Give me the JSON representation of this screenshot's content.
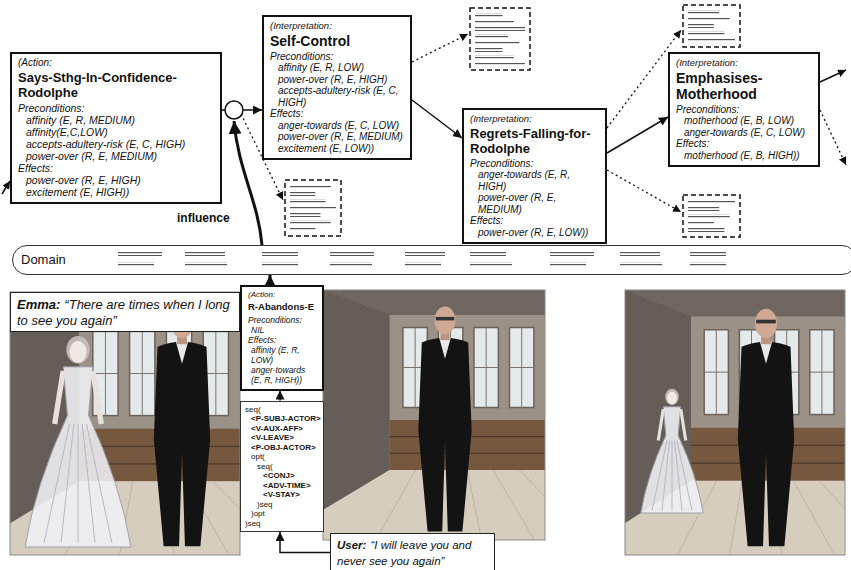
{
  "diagram": {
    "nodes": [
      {
        "text": [
          "(Action:",
          "Says-Sthg-In-Confidence-Rodolphe",
          "Preconditions:",
          "affinity (E, R, MEDIUM)",
          "affinity(E,C,LOW)",
          "accepts-adultery-risk (E, C, HIGH)",
          "power-over (R, E, MEDIUM)",
          "Effects:",
          "power-over (R, E, HIGH)",
          "excitement (E, HIGH))"
        ]
      },
      {
        "text": [
          "(Interpretation:",
          "Self-Control",
          "Preconditions:",
          "affinity (E, R, LOW)",
          "power-over (R, E, HIGH)",
          "accepts-adultery-risk (E, C, HIGH)",
          "Effects:",
          "anger-towards (E, C, LOW)",
          "power-over (R, E, MEDIUM)",
          "excitement (E, LOW))"
        ]
      },
      {
        "text": [
          "(Interpretation:",
          "Regrets-Falling-for-Rodolphe",
          "Preconditions:",
          "anger-towards (E, R, HIGH)",
          "power-over (R, E, MEDIUM)",
          "Effects:",
          "power-over (R, E, LOW))"
        ]
      },
      {
        "text": [
          "(Interpretation:",
          "Emphasises-Motherhood",
          "Preconditions:",
          "motherhood (E, B, LOW)",
          "anger-towards (E, C, LOW)",
          "Effects:",
          "motherhood (E, B, HIGH))"
        ]
      },
      {
        "text": [
          "Domain"
        ]
      },
      {
        "text": [
          "Emma:",
          "“There are times when I long to see you again”"
        ]
      },
      {
        "text": [
          "(Action:",
          "R-Abandons-E",
          "Preconditions:",
          "NIL",
          "Effects:",
          "affinity (E, R, LOW)",
          "anger-towards (E, R, HIGH))"
        ]
      },
      {
        "text": [
          "seq(",
          "<P-SUBJ-ACTOR>",
          "<V-AUX-AFF>",
          "<V-LEAVE>",
          "<P-OBJ-ACTOR>",
          "opt(",
          "seq(",
          "<CONJ>",
          "<ADV-TIME>",
          "<V-STAY>",
          ")seq",
          ")opt",
          ")seq"
        ]
      },
      {
        "text": [
          "User:",
          "“I will leave you and never see you again”"
        ]
      }
    ],
    "edges": [
      {
        "from": 0,
        "to": 1,
        "arrow": "to"
      },
      {
        "from": 1,
        "to": 2,
        "arrow": "to"
      },
      {
        "from": 2,
        "to": 3,
        "arrow": "to"
      },
      {
        "from": 6,
        "to": 4,
        "arrow": "to"
      },
      {
        "from": 7,
        "to": 6,
        "arrow": "to"
      },
      {
        "from": 8,
        "to": 7,
        "arrow": "to"
      }
    ],
    "labels": [
      "influence"
    ]
  }
}
